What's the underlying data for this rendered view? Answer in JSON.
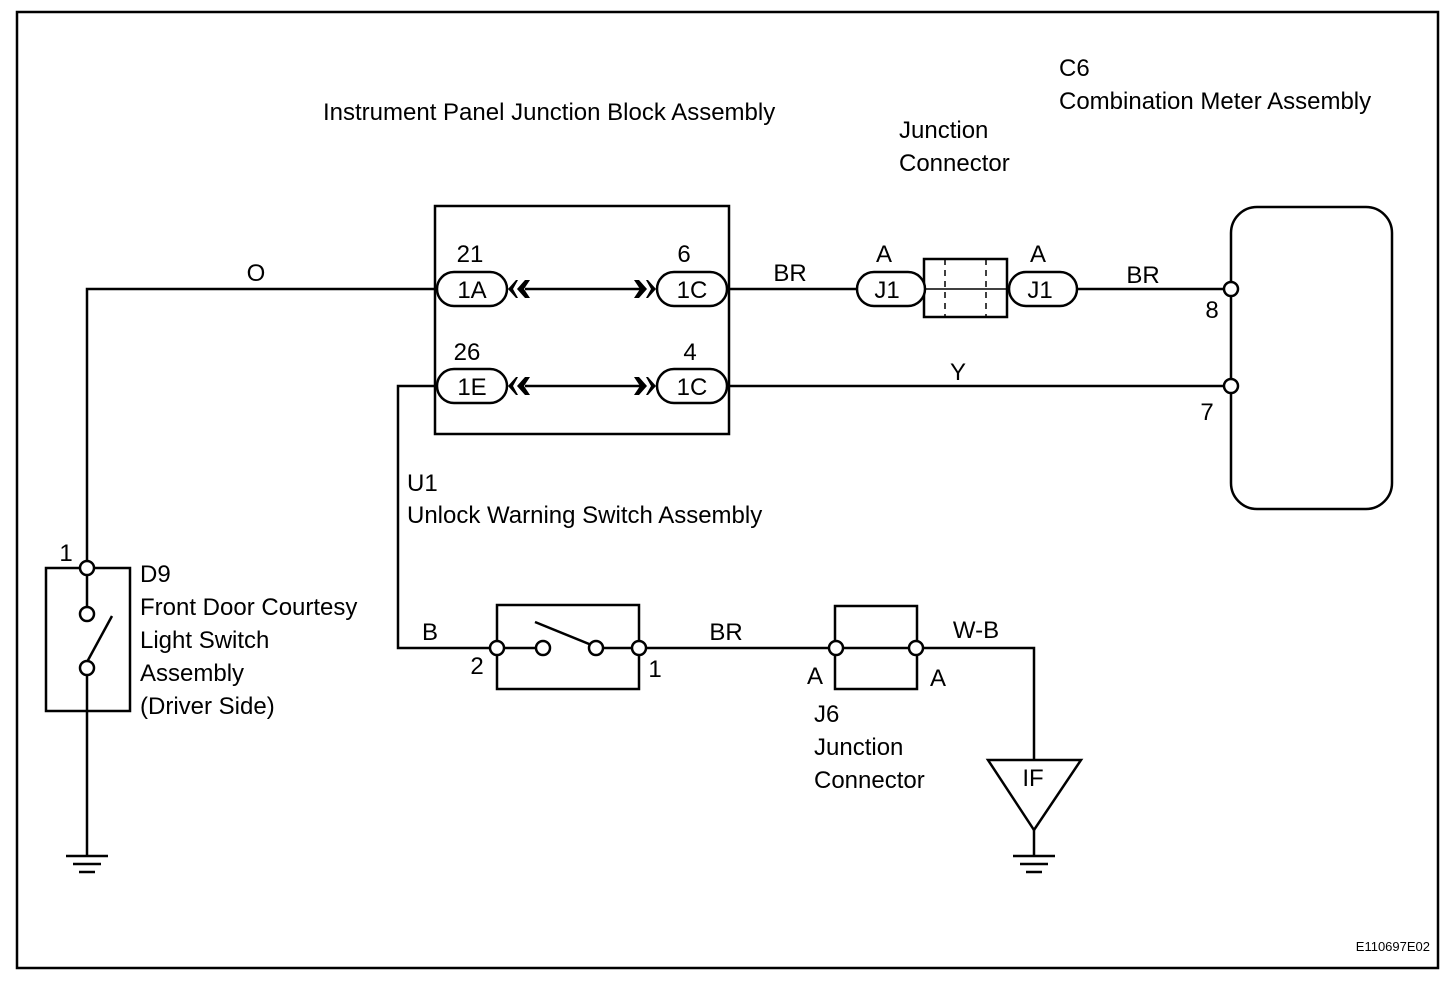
{
  "components": {
    "junction_block": {
      "title": "Instrument Panel Junction Block Assembly"
    },
    "junction_connector_top": {
      "line1": "Junction",
      "line2": "Connector"
    },
    "combination_meter": {
      "code": "C6",
      "name": "Combination Meter Assembly"
    },
    "unlock_switch": {
      "code": "U1",
      "name": "Unlock Warning Switch Assembly"
    },
    "door_switch": {
      "code": "D9",
      "line1": "Front Door Courtesy",
      "line2": "Light Switch",
      "line3": "Assembly",
      "line4": "(Driver Side)"
    },
    "junction_connector_j6": {
      "code": "J6",
      "line1": "Junction",
      "line2": "Connector"
    },
    "ground_ref": "IF",
    "figure_code": "E110697E02"
  },
  "pins": {
    "jb_1A": "21",
    "jb_1E": "26",
    "jb_1C_top": "6",
    "jb_1C_bot": "4",
    "meter_top": "8",
    "meter_bot": "7",
    "door_switch": "1",
    "unlock_left": "2",
    "unlock_right": "1",
    "j1_left": "A",
    "j1_right": "A",
    "j6_left": "A",
    "j6_right": "A"
  },
  "connectors": {
    "c1A": "1A",
    "c1E": "1E",
    "c1C_top": "1C",
    "c1C_bot": "1C",
    "j1_left": "J1",
    "j1_right": "J1"
  },
  "wire_colors": {
    "o": "O",
    "br_top_left": "BR",
    "br_top_right": "BR",
    "y": "Y",
    "b": "B",
    "br_bottom": "BR",
    "wb": "W-B"
  }
}
